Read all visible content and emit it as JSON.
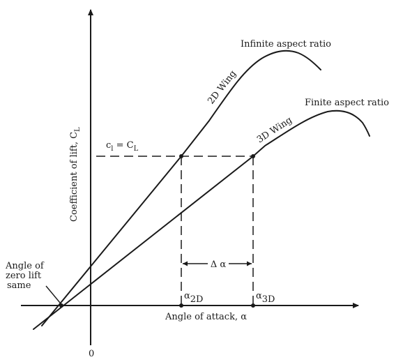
{
  "diagram": {
    "y_axis_label": "Coefficient of lift,  C",
    "y_axis_label_sub": "L",
    "x_axis_label": "Angle of attack,  α",
    "origin_label": "0",
    "infinite_label": "Infinite aspect ratio",
    "finite_label": "Finite aspect ratio",
    "wing2d_label": "2D Wing",
    "wing3d_label": "3D Wing",
    "cl_label_c": "c",
    "cl_label_sub": "l",
    "cl_label_eq": " = C",
    "cl_label_sub2": "L",
    "zero_lift_line1": "Angle of",
    "zero_lift_line2": "zero lift",
    "zero_lift_line3": "same",
    "delta_alpha_label": "Δ α",
    "alpha_2d_main": "α",
    "alpha_2d_sub": "2D",
    "alpha_3d_main": "α",
    "alpha_3d_sub": "3D"
  }
}
